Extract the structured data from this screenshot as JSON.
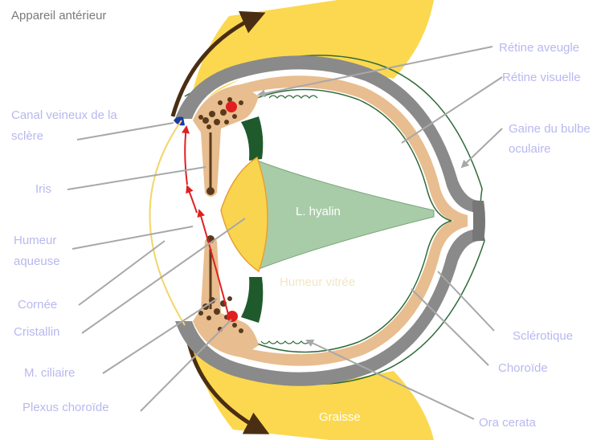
{
  "title": "Appareil antérieur",
  "labels": {
    "retine_aveugle": "Rétine aveugle",
    "retine_visuelle": "Rétine visuelle",
    "canal_veineux_1": "Canal veineux de la",
    "canal_veineux_2": "sclère",
    "gaine_1": "Gaine du bulbe",
    "gaine_2": "oculaire",
    "iris": "Iris",
    "l_hyalin": "L. hyalin",
    "humeur_aqueuse_1": "Humeur",
    "humeur_aqueuse_2": "aqueuse",
    "humeur_vitree": "Humeur vitrée",
    "cornee": "Cornée",
    "cristallin": "Cristallin",
    "sclerotique": "Sclérotique",
    "m_ciliaire": "M. ciliaire",
    "choroide": "Choroïde",
    "plexus_choroide": "Plexus choroïde",
    "graisse": "Graisse",
    "ora_cerata": "Ora cerata"
  },
  "colors": {
    "label_text": "#b8b8f0",
    "fat": "#fbd84f",
    "sclera": "#8a8a8a",
    "choroid": "#e8bd8f",
    "ciliary_green": "#1f5a2c",
    "lens": "#f9d44f",
    "hyaloid": "#a8cca8",
    "aqueous_flow": "#e02020",
    "venous_canal": "#1a3aa0",
    "leader_line": "#a8a8a8"
  }
}
